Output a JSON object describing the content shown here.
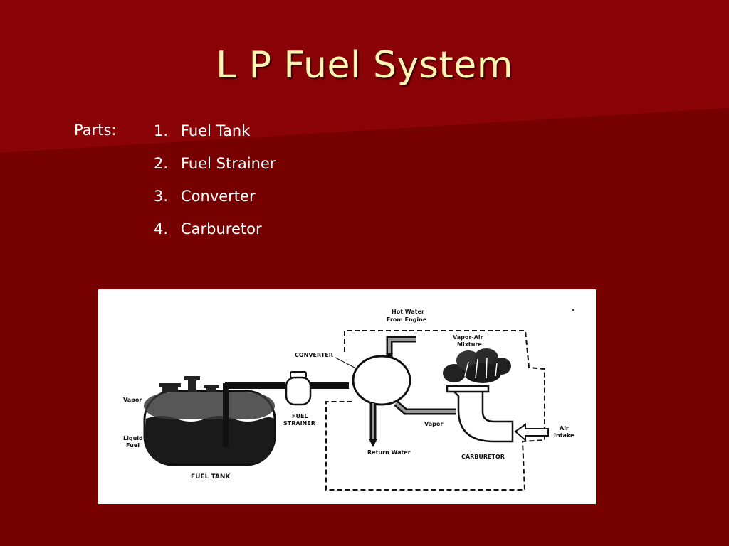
{
  "slide": {
    "title": "L P Fuel System",
    "parts_label": "Parts:",
    "parts": [
      {
        "number": "1.",
        "name": "Fuel Tank"
      },
      {
        "number": "2.",
        "name": "Fuel Strainer"
      },
      {
        "number": "3.",
        "name": "Converter"
      },
      {
        "number": "4.",
        "name": "Carburetor"
      }
    ]
  },
  "diagram": {
    "labels": {
      "hot_water_1": "Hot Water",
      "hot_water_2": "From Engine",
      "converter": "CONVERTER",
      "vapor_air_1": "Vapor-Air",
      "vapor_air_2": "Mixture",
      "vapor_tank": "Vapor",
      "liquid_1": "Liquid",
      "liquid_2": "Fuel",
      "fuel_strainer_1": "FUEL",
      "fuel_strainer_2": "STRAINER",
      "vapor_line": "Vapor",
      "air_1": "Air",
      "air_2": "Intake",
      "return_water": "Return Water",
      "carburetor": "CARBURETOR",
      "fuel_tank": "FUEL TANK"
    }
  },
  "colors": {
    "background": "#7a0000",
    "title": "#fff6b3",
    "text": "#ffffff"
  }
}
